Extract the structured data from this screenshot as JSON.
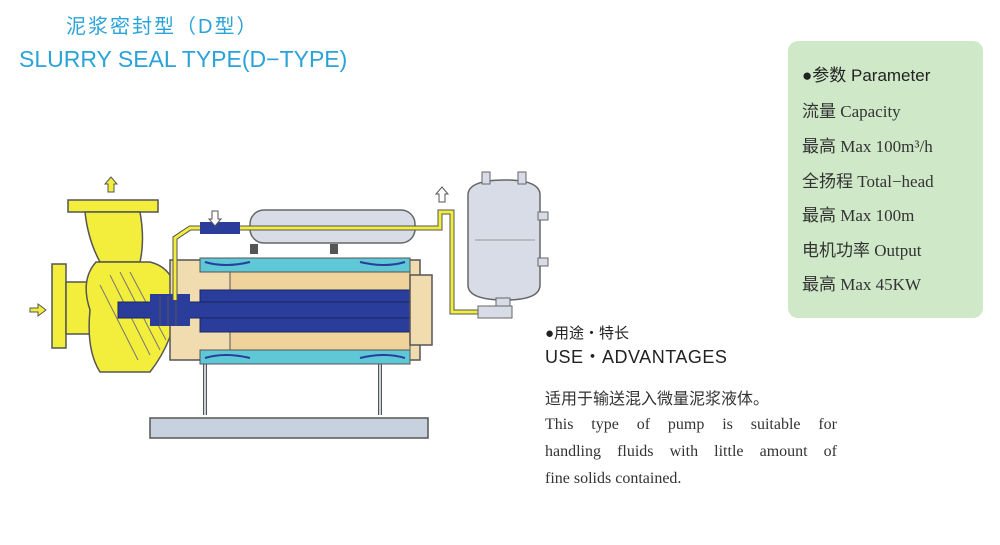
{
  "header": {
    "title_cn": "泥浆密封型（D型）",
    "title_en": "SLURRY SEAL TYPE(D−TYPE)"
  },
  "parameters": {
    "heading": "●参数 Parameter",
    "lines": [
      "流量 Capacity",
      "最高 Max 100m³/h",
      "全扬程 Total−head",
      "最高 Max 100m",
      "电机功率 Output",
      "最高 Max 45KW"
    ]
  },
  "usage": {
    "heading_cn": "●用途・特长",
    "heading_en": "USE・ADVANTAGES",
    "desc_lines": [
      "适用于输送混入微量泥浆液体。",
      "This type of pump is suitable for",
      "handling fluids with little amount of",
      "fine solids contained."
    ]
  },
  "colors": {
    "title": "#2aa3d9",
    "panel_bg": "#cfe8c8",
    "pump_casing": "#f3ee3c",
    "shaft": "#2a3d9a",
    "cooling": "#5ec8d6"
  },
  "icons": {
    "flow_arrows": "arrow-icon"
  }
}
